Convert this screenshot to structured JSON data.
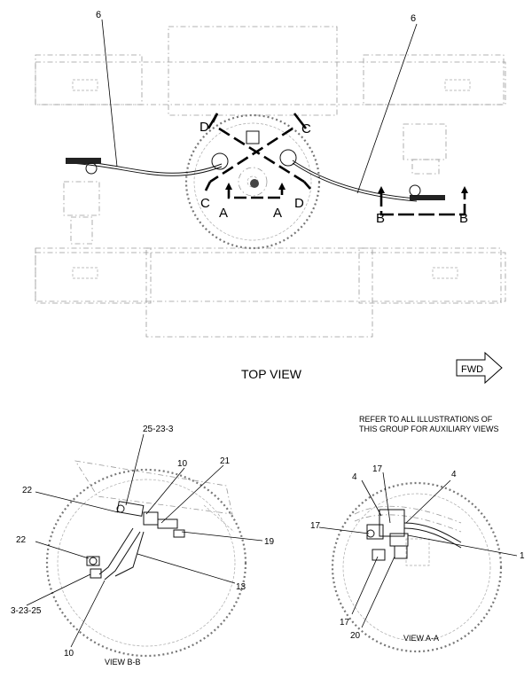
{
  "top_view": {
    "title": "TOP VIEW",
    "fwd_label": "FWD",
    "callout_6": "6",
    "section_labels": {
      "A": "A",
      "B": "B",
      "C": "C",
      "D": "D"
    }
  },
  "note": {
    "line1": "REFER TO ALL ILLUSTRATIONS OF",
    "line2": "THIS GROUP FOR AUXILIARY VIEWS"
  },
  "view_bb": {
    "title": "VIEW  B-B",
    "callouts": {
      "c1": "25-23-3",
      "c2": "10",
      "c3": "21",
      "c4": "22",
      "c5": "19",
      "c6": "22",
      "c7": "13",
      "c8": "3-23-25",
      "c9": "10"
    }
  },
  "view_aa": {
    "title": "VIEW  A-A",
    "callouts": {
      "c1": "17",
      "c2": "4",
      "c3": "4",
      "c4": "17",
      "c5": "1",
      "c6": "17",
      "c7": "20"
    }
  }
}
